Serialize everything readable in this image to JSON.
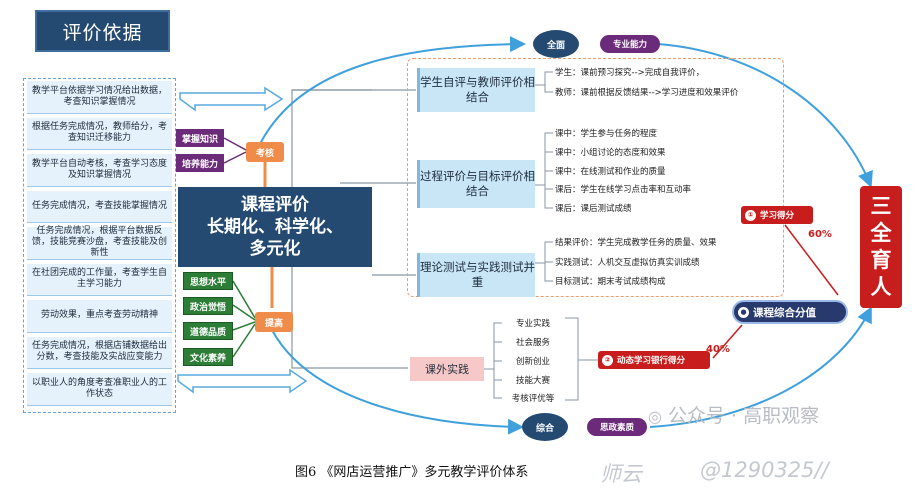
{
  "title": "评价依据",
  "basis": [
    "教学平台依据学习情况给出数据，考查知识掌握情况",
    "根据任务完成情况，教师给分，考查知识迁移能力",
    "教学平台自动考核，考查学习态度及知识掌握情况",
    "任务完成情况，考查技能掌握情况",
    "任务完成情况，根据平台数据反馈，技能竞赛沙盘，考查技能及创新性",
    "在社团完成的工作量，考查学生自主学习能力",
    "劳动效果，重点考查劳动精神",
    "任务完成情况，根据店铺数据给出分数，考查技能及实战应变能力",
    "以职业人的角度考查准职业人的工作状态"
  ],
  "center": {
    "line1": "课程评价",
    "line2": "长期化、科学化、",
    "line3": "多元化"
  },
  "tags_top": [
    "掌握知识",
    "培养能力"
  ],
  "tags_bottom": [
    "思想水平",
    "政治觉悟",
    "道德品质",
    "文化素养"
  ],
  "nodes": {
    "assess": "考核",
    "improve": "提高"
  },
  "methods": [
    {
      "label": "学生自评与教师评价相结合",
      "details": [
        "学生：课前预习探究-->完成自我评价，",
        "教师：课前根据反馈结果-->学习进度和效果评价"
      ]
    },
    {
      "label": "过程评价与目标评价相结合",
      "details": [
        "课中：学生参与任务的程度",
        "课中：小组讨论的态度和效果",
        "课中：在线测试和作业的质量",
        "课后：学生在线学习点击率和互动率",
        "课后：课后测试成绩"
      ]
    },
    {
      "label": "理论测试与实践测试并重",
      "details": [
        "结果评价：学生完成教学任务的质量、效果",
        "实践测试：人机交互虚拟仿真实训成绩",
        "目标测试：期末考试成绩构成"
      ]
    }
  ],
  "extra": {
    "label": "课外实践",
    "items": [
      "专业实践",
      "社会服务",
      "创新创业",
      "技能大赛",
      "考核评优等"
    ]
  },
  "top": {
    "circle": "全面",
    "pill": "专业能力"
  },
  "bottom": {
    "circle": "综合",
    "pill": "思政素质"
  },
  "scores": {
    "study": {
      "num": "①",
      "label": "学习得分",
      "percent": "60%"
    },
    "dynamic": {
      "num": "②",
      "label": "动态学习银行得分",
      "percent": "40%"
    },
    "composite": {
      "label": "课程综合分值"
    }
  },
  "sanquan": [
    "三",
    "全",
    "育",
    "人"
  ],
  "caption": "图6 《网店运营推广》多元教学评价体系",
  "watermark": {
    "account": "公众号 · 高职观察",
    "handle": "@1290325//",
    "prefix": "师云"
  },
  "colors": {
    "navy": "#244a72",
    "red": "#c81d1d",
    "purple": "#6b2b7a",
    "green": "#2c7d36",
    "orange": "#ef8c4a",
    "line": "#3fa0dc"
  }
}
